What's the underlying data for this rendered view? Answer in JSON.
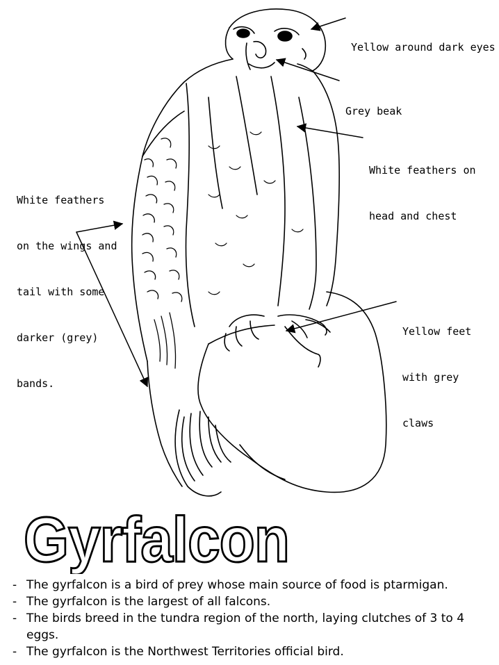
{
  "labels": {
    "eyes": "Yellow around dark eyes",
    "beak": "Grey beak",
    "chest": [
      "White feathers on",
      "head and chest"
    ],
    "wings": [
      "White feathers",
      "on the wings and",
      "tail with some",
      "darker (grey)",
      "bands."
    ],
    "feet": [
      "Yellow feet",
      "with grey",
      "claws"
    ]
  },
  "title": "Gyrfalcon",
  "facts": [
    "The gyrfalcon is a bird of prey whose main source of food is ptarmigan.",
    "The gyrfalcon is the largest of all falcons.",
    "The birds breed in the tundra region of the north, laying clutches of 3 to 4 eggs.",
    "The gyrfalcon is the Northwest Territories official bird."
  ],
  "colors": {
    "ink": "#000000",
    "paper": "#ffffff"
  }
}
